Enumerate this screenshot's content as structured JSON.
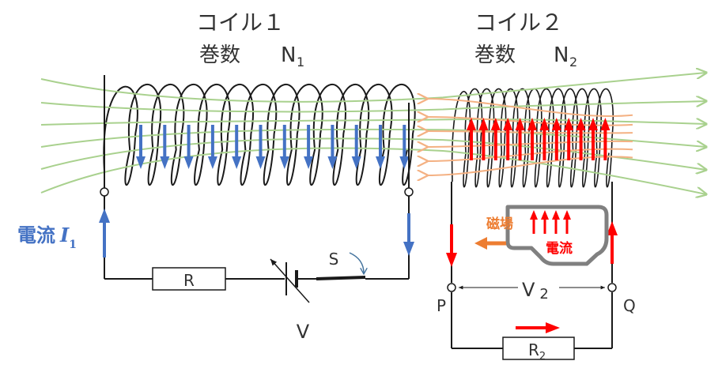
{
  "coil1": {
    "title": "コイル１",
    "turns_label": "巻数",
    "turns_symbol": "N",
    "turns_sub": "1"
  },
  "coil2": {
    "title": "コイル２",
    "turns_label": "巻数",
    "turns_symbol": "N",
    "turns_sub": "2"
  },
  "current1": {
    "label": "電流",
    "symbol": "I",
    "sub": "1"
  },
  "resistor1": {
    "label": "R"
  },
  "switch": {
    "label": "S"
  },
  "battery": {
    "label": "V"
  },
  "voltage2": {
    "symbol": "V",
    "sub": "2"
  },
  "terminal_p": {
    "label": "P"
  },
  "terminal_q": {
    "label": "Q"
  },
  "resistor2": {
    "symbol": "R",
    "sub": "2"
  },
  "hand": {
    "field_label": "磁場",
    "current_label": "電流"
  },
  "colors": {
    "current1_blue": "#4472c4",
    "induced_red": "#ff0000",
    "field_line_green": "#a9d18e",
    "reverse_field_orange": "#f4b183",
    "hand_field_orange": "#ed7d31",
    "hand_gray": "#808080",
    "wire": "#1a1a1a"
  }
}
